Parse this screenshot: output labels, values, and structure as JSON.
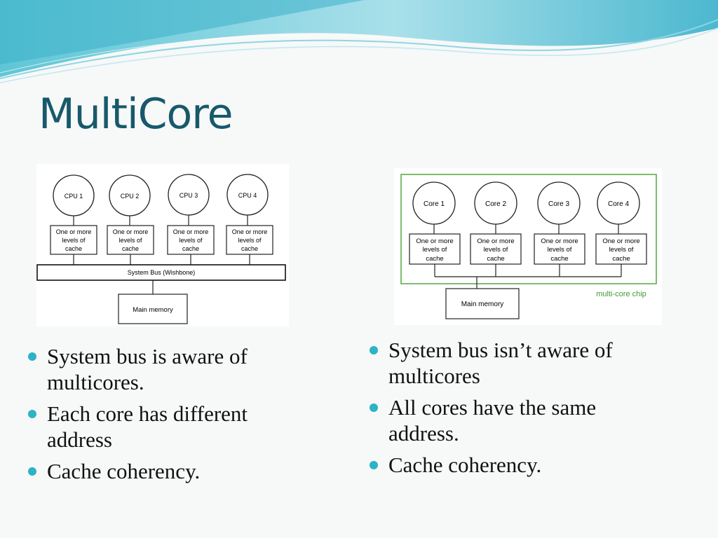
{
  "slide": {
    "title": "MultiCore",
    "accent_color": "#17596b",
    "bullet_color": "#2bb3c6"
  },
  "left_diagram": {
    "cpus": [
      "CPU 1",
      "CPU 2",
      "CPU 3",
      "CPU 4"
    ],
    "cache_lines": [
      "One or more",
      "levels of",
      "cache"
    ],
    "bus_label": "System Bus (Wishbone)",
    "memory_label": "Main memory"
  },
  "right_diagram": {
    "cores": [
      "Core 1",
      "Core 2",
      "Core 3",
      "Core 4"
    ],
    "cache_lines": [
      "One or more",
      "levels of",
      "cache"
    ],
    "memory_label": "Main memory",
    "chip_label": "multi-core chip",
    "chip_color": "#5cae4a"
  },
  "left_bullets": [
    "System bus is aware of multicores.",
    "Each core has different address",
    "Cache coherency."
  ],
  "right_bullets": [
    "System bus isn’t aware of multicores",
    "All cores have the same address.",
    "Cache coherency."
  ]
}
